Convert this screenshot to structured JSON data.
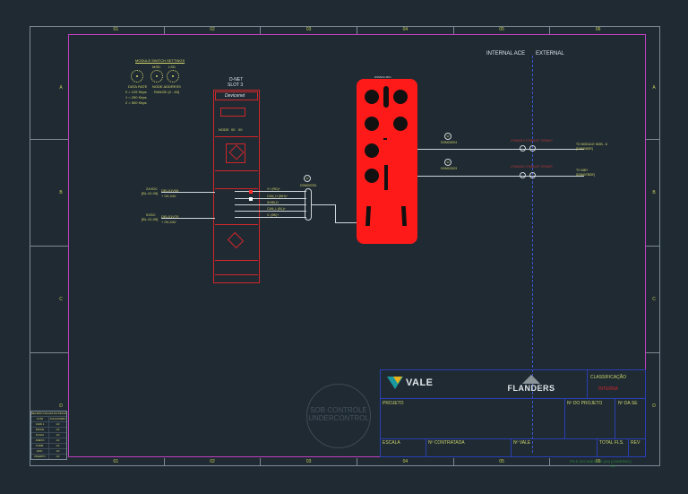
{
  "columns": [
    "01",
    "02",
    "03",
    "04",
    "05",
    "06"
  ],
  "rows": [
    "A",
    "B",
    "C",
    "D"
  ],
  "module_switch": {
    "title": "MODULE SWITCH SETTINGS",
    "msd": "MSD",
    "lsd": "LSD",
    "data_rate": "DATA RATE",
    "node_address": "NODE ADDRESS",
    "range": "RANGE (0 - 63)",
    "rates": [
      "0 = 125 Kbps",
      "1 = 250 Kbps",
      "2 = 500 Kbps"
    ]
  },
  "dnet": {
    "title": "D-NET",
    "slot": "SLOT 3",
    "brand": "Devicenet",
    "node_label": "NODE",
    "node_a": "00",
    "node_b": "00"
  },
  "supply": {
    "v24": "24VDC",
    "v24_ref": "[BL.01.09]",
    "v24_tag": "DEL01V06",
    "v24_sub": "+ 0V-24V",
    "v0": "0VDC",
    "v0_ref": "[BL.01.09]",
    "v0_tag": "DEL01V70",
    "v0_sub": "+ 0V-24V"
  },
  "signals": [
    "V+ (RD)+",
    "CAN_H (WH)+",
    "SHIELD",
    "CAN_L (BL)+",
    "V- (BK)+"
  ],
  "cable_tag": "DSM02CB1",
  "module_tag": "DSM02C-BK1",
  "cable_a": "DSM02D04",
  "cable_b": "DSM02D03",
  "terminals_a": "XTMA01X XTMA01T XTM01T",
  "terminals_b": "XTMA02X XTMA02T XTM02T",
  "dest_a": "TO MODULE MOB - 8",
  "dest_a_ref": "[DSM06DR]",
  "dest_b": "TO MBY",
  "dest_b_ref": "[DSM07BDE]",
  "headers": {
    "internal": "INTERNAL ACE",
    "external": "EXTERNAL"
  },
  "watermark": {
    "line1": "SOB CONTROLE",
    "line2": "UNDERCONTROL"
  },
  "title_block": {
    "vale": "VALE",
    "flanders": "FLANDERS",
    "classificacao": "CLASSIFICAÇÃO",
    "classificacao_val": "INTERNA",
    "projeto": "PROJETO",
    "n_projeto": "Nº DO PROJETO",
    "n_da_se": "Nº DA SE",
    "escala": "ESCALA",
    "n_contratada": "Nº CONTRATADA",
    "n_vale": "Nº VALE",
    "total_fls": "TOTAL FLS.",
    "rev": "REV",
    "footer_code": "PR-E-022 ANEXO E (A3) (CADERNO)",
    "footer_sheet": "06"
  },
  "rev_table": {
    "title": "REVISÃO FOLHAS NA INICIANDOS",
    "rows": [
      [
        "LOTE",
        "FOLHAS/REV"
      ],
      [
        "CAPA 1",
        "1/3"
      ],
      [
        "INDICE",
        "1/2"
      ],
      [
        "FOLHA",
        "1/2"
      ],
      [
        "ANEXO",
        "1/2"
      ],
      [
        "FORM.",
        "1/2"
      ],
      [
        "ADIC.",
        "1/2"
      ],
      [
        "INSERTO",
        "1/2"
      ]
    ]
  },
  "colors": {
    "background": "#1f2a33",
    "module": "#ff1a1a",
    "title_block": "#2a3fb3",
    "drawing_red": "#d1262a",
    "text_yellow": "#d4d66a"
  }
}
